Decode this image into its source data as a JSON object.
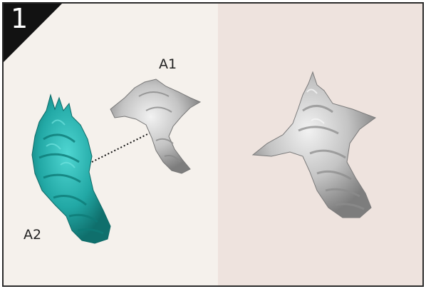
{
  "step": {
    "number": "1"
  },
  "labels": {
    "a1": "A1",
    "a2": "A2"
  },
  "colors": {
    "left_background": "#f5f1ec",
    "right_background": "#eee3de",
    "teal_part": "#27aba9",
    "silver_part": "#c9c9c9",
    "badge": "#121212"
  },
  "parts": [
    {
      "id": "A1",
      "description_icon": "silver-piece-icon"
    },
    {
      "id": "A2",
      "description_icon": "teal-piece-icon"
    }
  ]
}
